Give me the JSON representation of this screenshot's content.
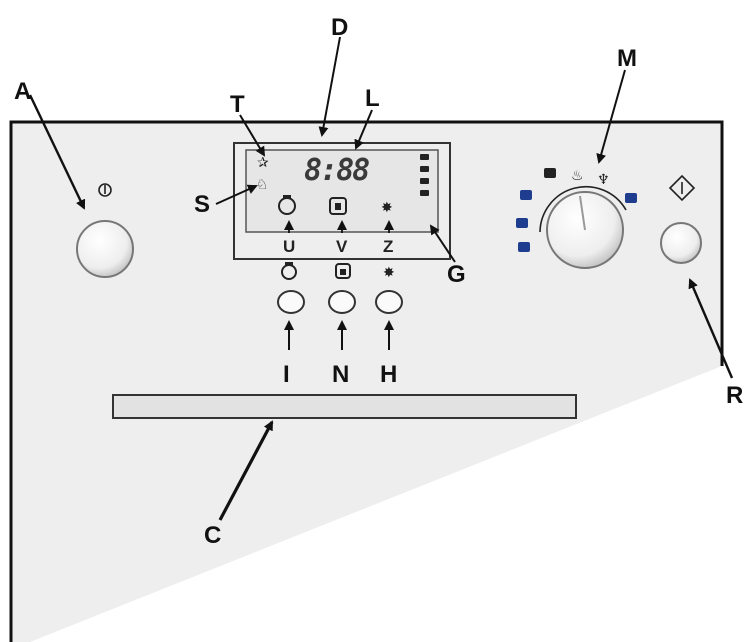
{
  "labels": {
    "A": "A",
    "T": "T",
    "D": "D",
    "L": "L",
    "M": "M",
    "S": "S",
    "U": "U",
    "V": "V",
    "Z": "Z",
    "G": "G",
    "I": "I",
    "N": "N",
    "H": "H",
    "R": "R",
    "C": "C"
  },
  "display": {
    "digits": "8:88"
  },
  "icons": {
    "power": "power-symbol-icon",
    "start": "start-diamond-icon",
    "timer": "kitchen-timer-icon",
    "cooking_time": "cooking-time-icon",
    "end_time": "end-time-icon",
    "bell": "bell-icon",
    "hand": "manual-hand-icon",
    "sun": "starburst-icon",
    "program_pot": "pot-icon",
    "oven_functions": "oven-function-icons"
  },
  "colors": {
    "panel": "#eeeeee",
    "panel_border": "#111111",
    "knob_blue": "#1f3d8f",
    "arrow": "#111111"
  }
}
